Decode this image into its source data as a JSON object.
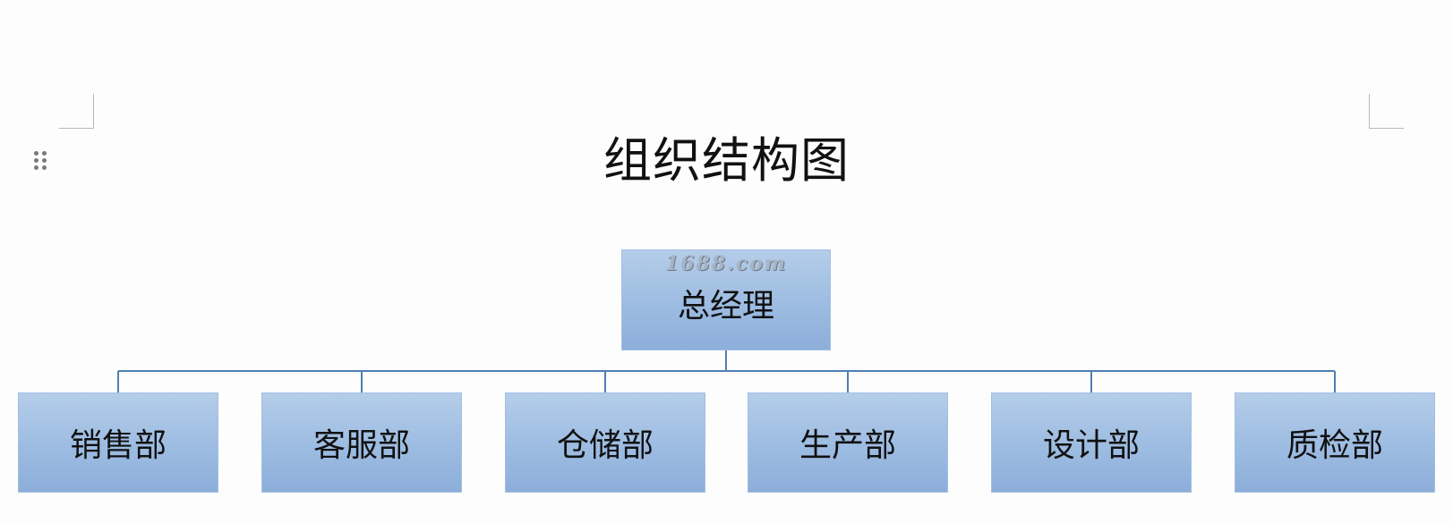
{
  "title": "组织结构图",
  "root": {
    "label": "总经理",
    "watermark": "1688.com"
  },
  "departments": [
    {
      "label": "销售部"
    },
    {
      "label": "客服部"
    },
    {
      "label": "仓储部"
    },
    {
      "label": "生产部"
    },
    {
      "label": "设计部"
    },
    {
      "label": "质检部"
    }
  ],
  "colors": {
    "box_fill_top": "#b4cde9",
    "box_fill_bottom": "#8caed9",
    "connector": "#4f7fb0",
    "text": "#111111"
  }
}
